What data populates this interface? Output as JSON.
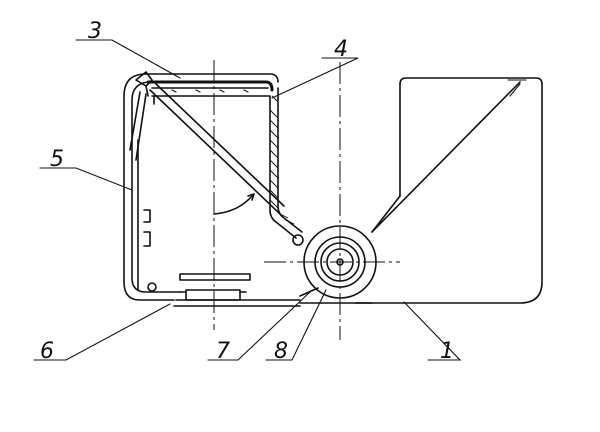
{
  "labels": {
    "l1": "1",
    "l3": "3",
    "l4": "4",
    "l5": "5",
    "l6": "6",
    "l7": "7",
    "l8": "8"
  }
}
